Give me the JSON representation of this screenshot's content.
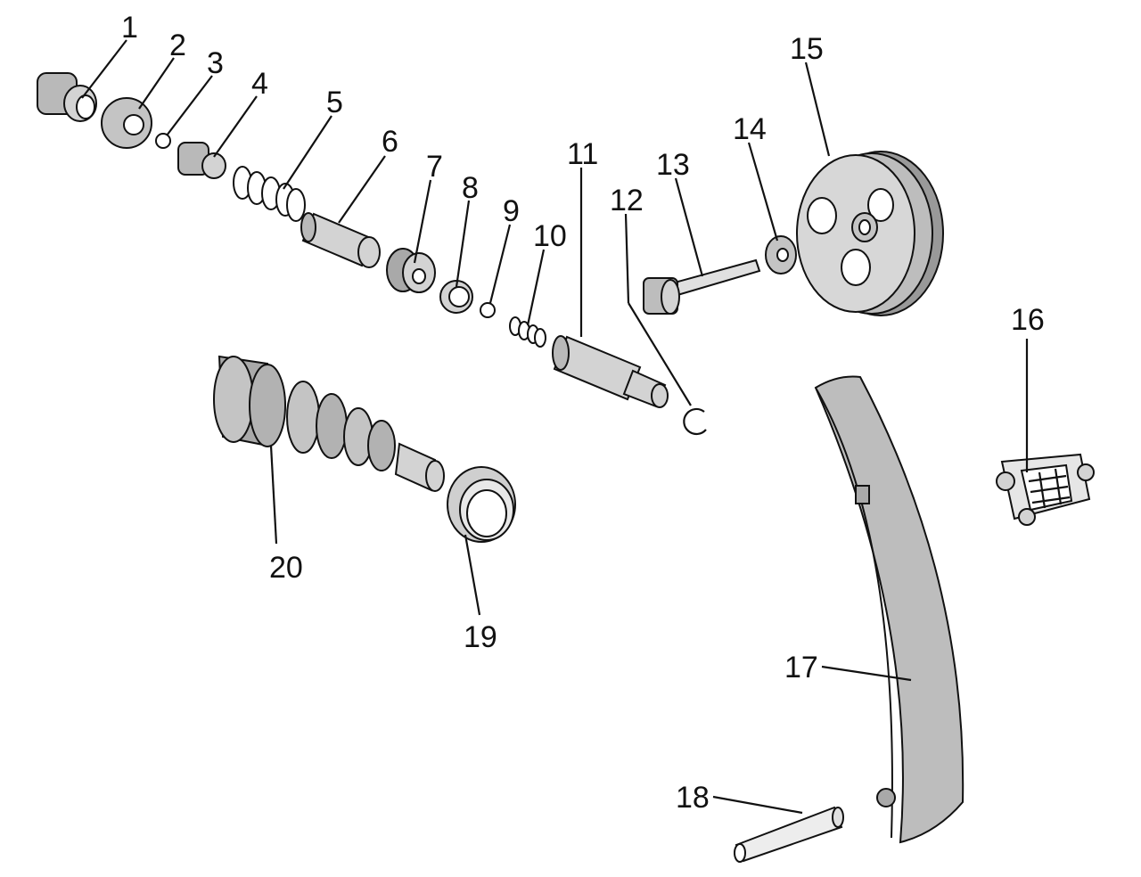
{
  "labels": {
    "p1": "1",
    "p2": "2",
    "p3": "3",
    "p4": "4",
    "p5": "5",
    "p6": "6",
    "p7": "7",
    "p8": "8",
    "p9": "9",
    "p10": "10",
    "p11": "11",
    "p12": "12",
    "p13": "13",
    "p14": "14",
    "p15": "15",
    "p16": "16",
    "p17": "17",
    "p18": "18",
    "p19": "19",
    "p20": "20"
  },
  "colors": {
    "ink": "#111111",
    "fill": "#d3d3d3",
    "fill_dark": "#a9a9a9",
    "paper": "#ffffff"
  }
}
